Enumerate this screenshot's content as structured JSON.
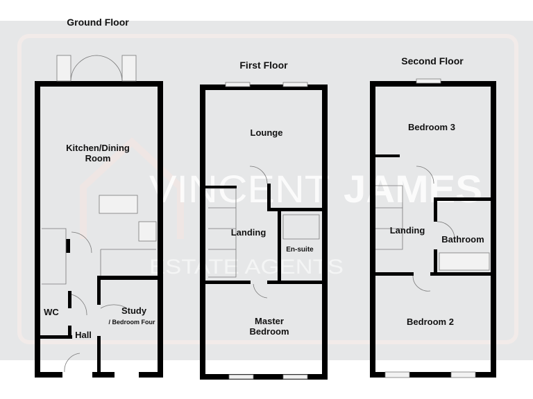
{
  "floors": [
    {
      "title": "Ground Floor",
      "rooms": [
        "Kitchen/Dining",
        "Room",
        "WC",
        "Hall",
        "Study",
        "/ Bedroom Four"
      ]
    },
    {
      "title": "First Floor",
      "rooms": [
        "Lounge",
        "Landing",
        "En-suite",
        "Master",
        "Bedroom"
      ]
    },
    {
      "title": "Second Floor",
      "rooms": [
        "Bedroom 3",
        "Landing",
        "Bathroom",
        "Bedroom 2"
      ]
    }
  ],
  "watermark": {
    "name_light": "VINCENT",
    "name_bold": "JAMES",
    "tagline": "ESTATE AGENTS"
  },
  "colors": {
    "background": "#e6e7e8",
    "walls": "#000000",
    "watermark": "#ffffff"
  }
}
